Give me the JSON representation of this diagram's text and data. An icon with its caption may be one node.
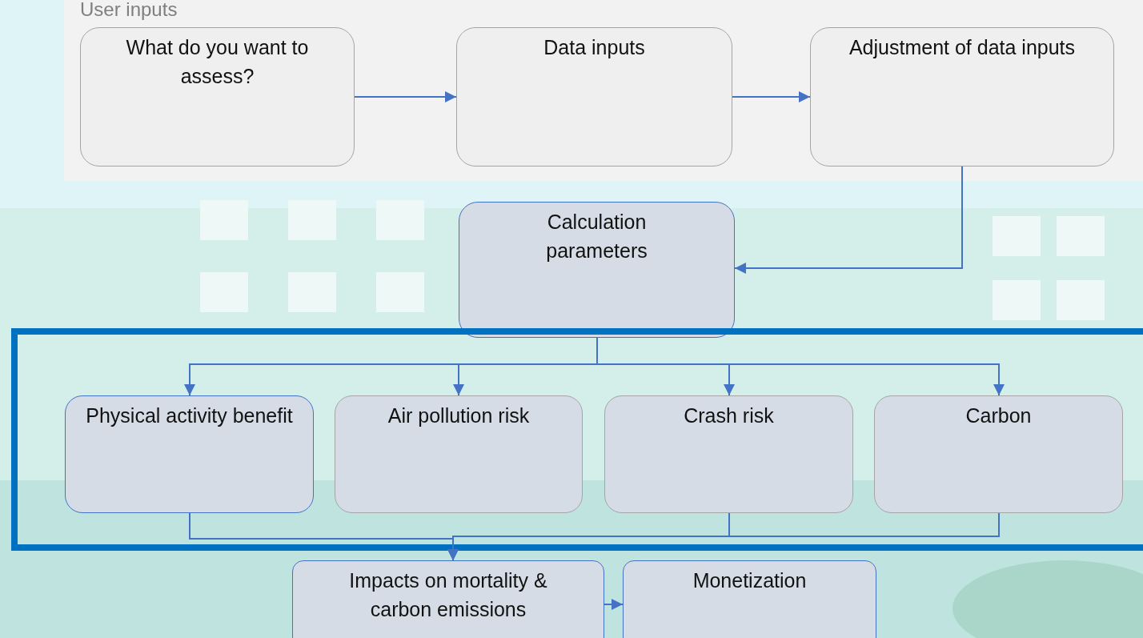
{
  "diagram": {
    "nodes": [
      {
        "text": [
          "User inputs"
        ]
      },
      {
        "text": [
          "What do you want to assess?"
        ],
        "in": 0
      },
      {
        "text": [
          "Data inputs"
        ],
        "in": 0
      },
      {
        "text": [
          "Adjustment of data inputs"
        ],
        "in": 0
      },
      {
        "text": [
          "Calculation parameters"
        ]
      },
      {
        "text": [],
        "shape": "box"
      },
      {
        "text": [
          "Physical activity benefit"
        ],
        "in": 5
      },
      {
        "text": [
          "Air pollution risk"
        ],
        "in": 5
      },
      {
        "text": [
          "Crash risk"
        ],
        "in": 5
      },
      {
        "text": [
          "Carbon"
        ],
        "in": 5
      },
      {
        "text": [
          "Impacts on mortality & carbon emissions"
        ]
      },
      {
        "text": [
          "Monetization"
        ]
      }
    ],
    "edges": [
      {
        "from": 1,
        "to": 2,
        "arrow": "to"
      },
      {
        "from": 2,
        "to": 3,
        "arrow": "to"
      },
      {
        "from": 3,
        "to": 4,
        "arrow": "to"
      },
      {
        "from": 4,
        "to": 6,
        "arrow": "to"
      },
      {
        "from": 4,
        "to": 7,
        "arrow": "to"
      },
      {
        "from": 4,
        "to": 8,
        "arrow": "to"
      },
      {
        "from": 4,
        "to": 9,
        "arrow": "to"
      },
      {
        "from": 6,
        "to": 10,
        "arrow": "to"
      },
      {
        "from": 8,
        "to": 10,
        "arrow": "to"
      },
      {
        "from": 9,
        "to": 10,
        "arrow": "to"
      },
      {
        "from": 10,
        "to": 11,
        "arrow": "to"
      }
    ]
  }
}
